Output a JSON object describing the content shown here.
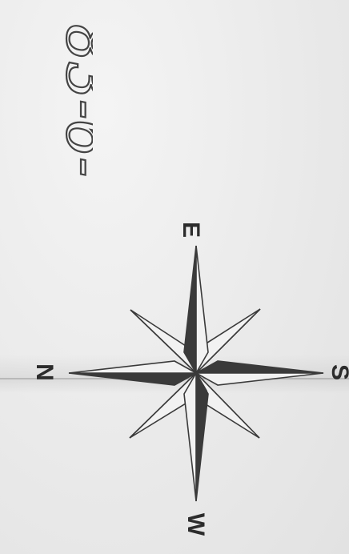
{
  "handwritten_note": "83-6-",
  "compass": {
    "labels": {
      "east": "E",
      "north": "N",
      "south": "S",
      "west": "W"
    },
    "colors": {
      "ink": "#3a3a3a",
      "paper": "#ececec"
    }
  }
}
